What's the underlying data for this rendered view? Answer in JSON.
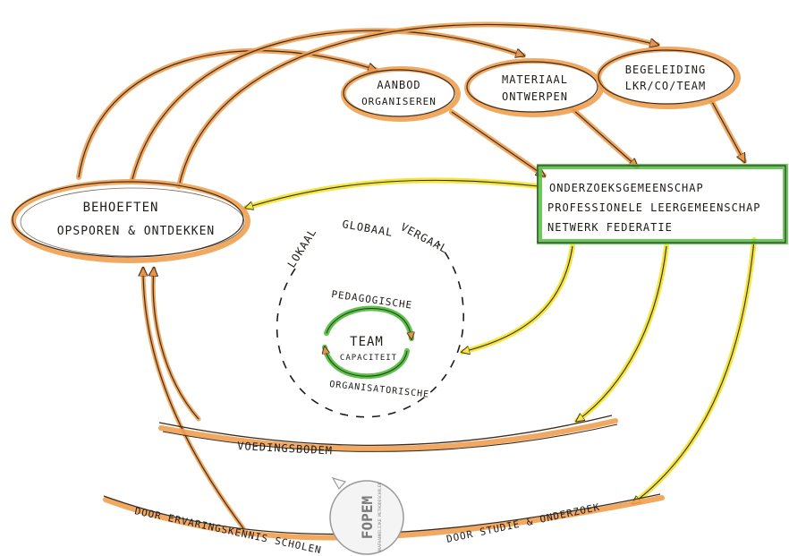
{
  "nodes": {
    "aanbod": {
      "line1": "AANBOD",
      "line2": "ORGANISEREN"
    },
    "materiaal": {
      "line1": "MATERIAAL",
      "line2": "ONTWERPEN"
    },
    "begeleiding": {
      "line1": "BEGELEIDING",
      "line2": "LKR/CO/TEAM"
    },
    "behoeften": {
      "line1": "BEHOEFTEN",
      "line2": "OPSPOREN & ONTDEKKEN"
    },
    "gemeenschap": {
      "line1": "ONDERZOEKSGEMEENSCHAP",
      "line2": "PROFESSIONELE LEERGEMEENSCHAP",
      "line3": "NETWERK FEDERATIE"
    }
  },
  "center": {
    "arc_labels": {
      "lokaal": "LOKAAL",
      "globaal": "GLOBAAL",
      "vergaal": "VERGAAL"
    },
    "top_label": "PEDAGOGISCHE",
    "title": "TEAM",
    "subtitle": "CAPACITEIT",
    "bottom_label": "ORGANISATORISCHE"
  },
  "base": {
    "voedingsbodem": "VOEDINGSBODEM",
    "left_text": "DOOR ERVARINGSKENNIS SCHOLEN",
    "right_text": "DOOR STUDIE & ONDERZOEK"
  },
  "logo": {
    "name": "FOPEM",
    "sub": "ONAFHANKELIJKE METHODESCHOLEN"
  },
  "colors": {
    "orange": "#f0a050",
    "brown": "#3d2b1f",
    "green": "#5cc24a",
    "yellow": "#f2e640",
    "ink": "#1f1b17"
  }
}
